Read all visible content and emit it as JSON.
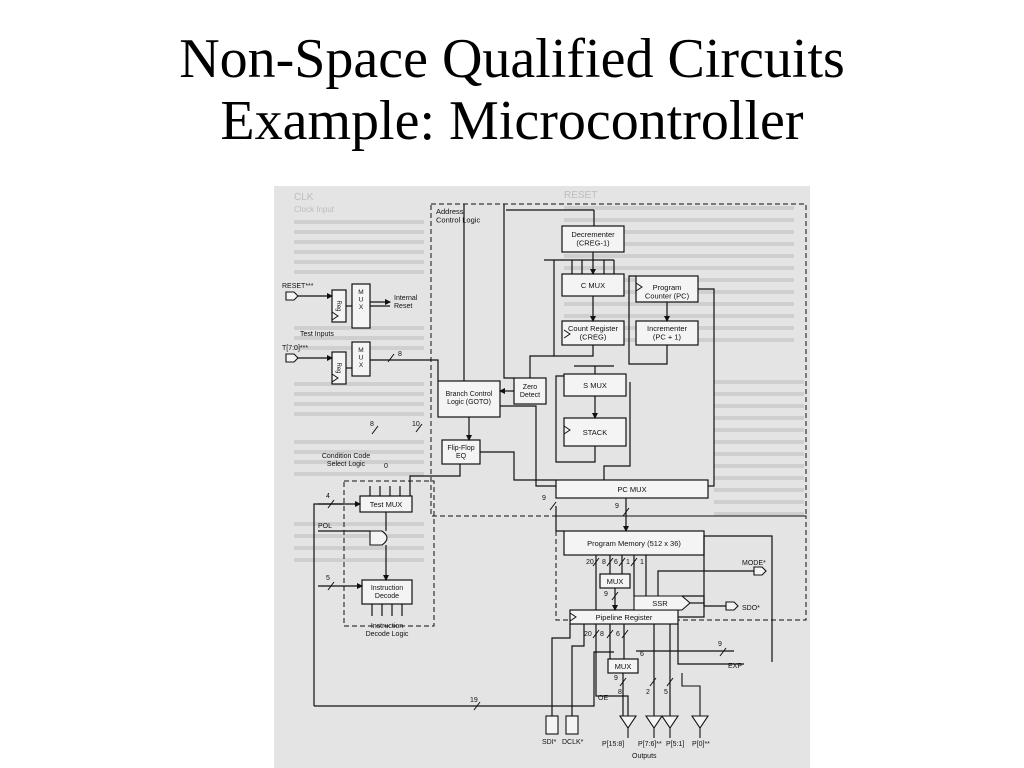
{
  "title": {
    "line1": "Non-Space Qualified Circuits",
    "line2": "Example: Microcontroller"
  },
  "diagram": {
    "bg_text": {
      "clk_heading": "CLK",
      "clk_sub": "Clock Input",
      "reset_heading": "RESET"
    },
    "blocks": {
      "addr_ctrl": "Address\nControl Logic",
      "decrementer": "Decrementer\n(CREG-1)",
      "cmux": "C MUX",
      "prog_counter": "Program\nCounter (PC)",
      "count_reg": "Count Register\n(CREG)",
      "incrementer": "Incrementer\n(PC + 1)",
      "zero_detect": "Zero\nDetect",
      "smux": "S MUX",
      "stack": "STACK",
      "branch_ctrl": "Branch Control\nLogic (GOTO)",
      "flipflop": "Flip-Flop\nEQ",
      "pcmux": "PC MUX",
      "prog_mem": "Program Memory (512 x 36)",
      "mux_upper": "MUX",
      "ssr": "SSR",
      "pipeline": "Pipeline Register",
      "mux_lower": "MUX",
      "test_mux": "Test MUX",
      "instr_decode": "Instruction\nDecode",
      "instr_decode_logic": "Instruction\nDecode Logic",
      "ccsl": "Condition Code\nSelect Logic",
      "reg1": "Reg",
      "reg2": "Reg",
      "mux_reset": "M\nU\nX",
      "mux_test": "M\nU\nX"
    },
    "pins": {
      "reset": "RESET***",
      "internal_reset": "Internal\nReset",
      "test_inputs": "Test Inputs",
      "t_bus": "T[7:0]***",
      "pol": "POL",
      "mode": "MODE*",
      "sdo": "SDO*",
      "exp": "EXP",
      "oe": "OE",
      "sdi": "SDI*",
      "dclk": "DCLK*",
      "p158": "P[15:8]",
      "p76": "P[7:6]**",
      "p51": "P[5:1]",
      "p0": "P[0]**",
      "outputs": "Outputs"
    },
    "buses": {
      "b8a": "8",
      "b8b": "8",
      "b10": "10",
      "b0": "0",
      "b4": "4",
      "b5": "5",
      "b9a": "9",
      "b9b": "9",
      "b20a": "20",
      "b8c": "8",
      "b6a": "6",
      "b1a": "1",
      "b1b": "1",
      "b9c": "9",
      "b20b": "20",
      "b8d": "8",
      "b6b": "6",
      "b9d": "9",
      "b6c": "6",
      "b9e": "9",
      "b8e": "8",
      "b2": "2",
      "b5b": "5",
      "b19": "19"
    }
  }
}
